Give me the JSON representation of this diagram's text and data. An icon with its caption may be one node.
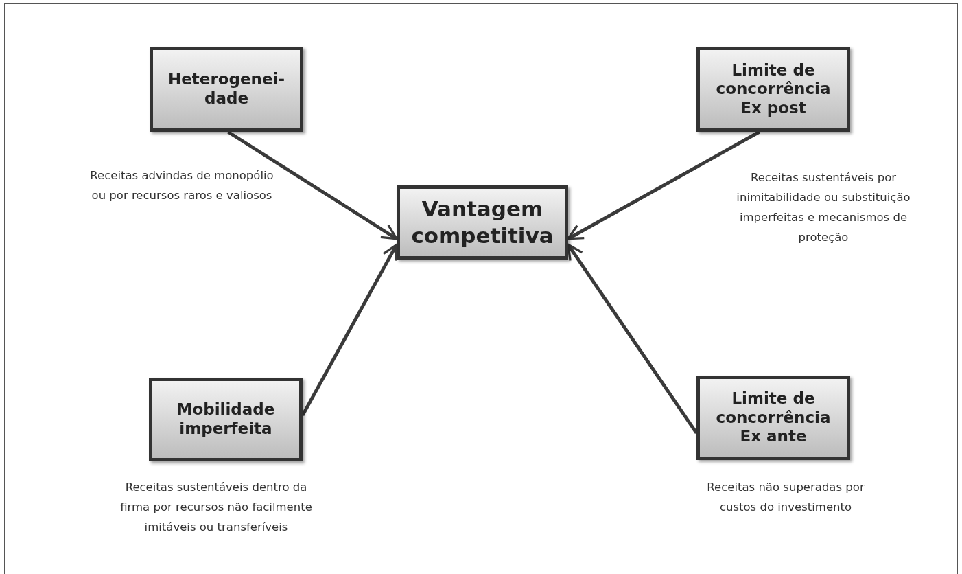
{
  "diagram": {
    "nodes": [
      {
        "text": [
          "Heterogenei- dade"
        ],
        "beside": [
          "Receitas advindas de monopólio ou por recursos raros e valiosos"
        ]
      },
      {
        "text": [
          "Limite de concorrência Ex post"
        ],
        "beside": [
          "Receitas sustentáveis por inimitabilidade ou substituição imperfeitas e mecanismos de proteção"
        ]
      },
      {
        "text": [
          "Vantagem competitiva"
        ]
      },
      {
        "text": [
          "Mobilidade imperfeita"
        ],
        "beside": [
          "Receitas sustentáveis dentro da firma por recursos não facilmente imitáveis ou transferíveis"
        ]
      },
      {
        "text": [
          "Limite de concorrência Ex ante"
        ],
        "beside": [
          "Receitas não superadas por custos do investimento"
        ]
      }
    ],
    "edges": [
      {
        "from": 0,
        "to": 2,
        "arrow": "to"
      },
      {
        "from": 1,
        "to": 2,
        "arrow": "to"
      },
      {
        "from": 3,
        "to": 2,
        "arrow": "to"
      },
      {
        "from": 4,
        "to": 2,
        "arrow": "to"
      }
    ]
  }
}
